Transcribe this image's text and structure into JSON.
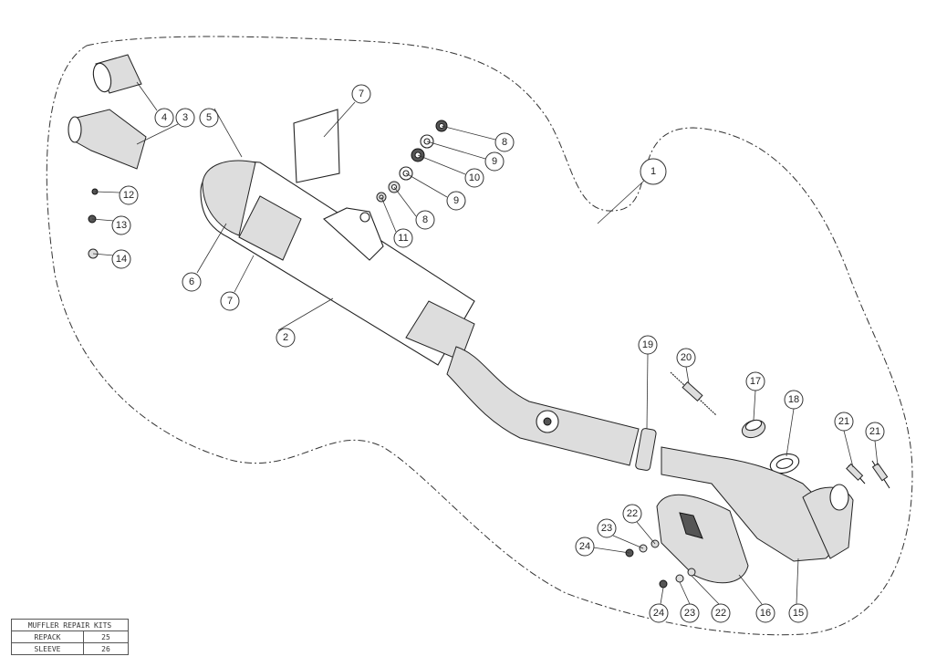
{
  "callouts": {
    "c1": "1",
    "c2": "2",
    "c3": "3",
    "c4": "4",
    "c5": "5",
    "c6": "6",
    "c7a": "7",
    "c7b": "7",
    "c8a": "8",
    "c8b": "8",
    "c9a": "9",
    "c9b": "9",
    "c10": "10",
    "c11": "11",
    "c12": "12",
    "c13": "13",
    "c14": "14",
    "c15": "15",
    "c16": "16",
    "c17": "17",
    "c18": "18",
    "c19": "19",
    "c20": "20",
    "c21a": "21",
    "c21b": "21",
    "c22a": "22",
    "c22b": "22",
    "c23a": "23",
    "c23b": "23",
    "c24a": "24",
    "c24b": "24"
  },
  "repair_kits": {
    "title": "MUFFLER REPAIR KITS",
    "rows": [
      {
        "name": "REPACK",
        "number": "25"
      },
      {
        "name": "SLEEVE",
        "number": "26"
      }
    ]
  }
}
